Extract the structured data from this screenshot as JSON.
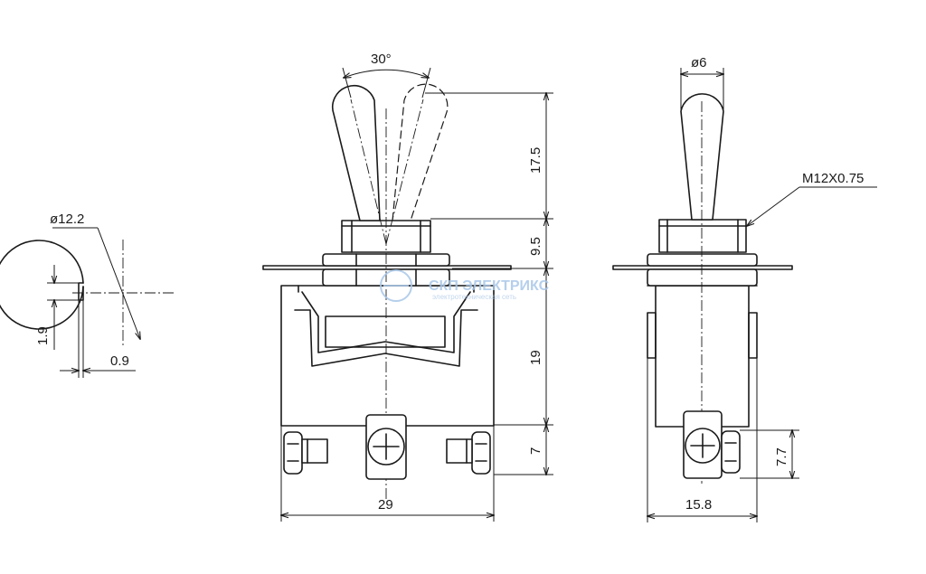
{
  "dimensions": {
    "toggle_angle": "30°",
    "lever_diameter": "ø6",
    "thread": "M12X0.75",
    "lever_height": "17.5",
    "bushing_height": "9.5",
    "body_height": "19",
    "terminal_height": "7",
    "body_width_front": "29",
    "body_width_side": "15.8",
    "terminal_height_side": "7.7",
    "bushing_diameter": "ø12.2",
    "keyway_width": "1.9",
    "keyway_depth": "0.9"
  },
  "watermark": {
    "name": "СКП ЭЛЕКТРИКС",
    "tagline": "электротехническая сеть"
  },
  "colors": {
    "line": "#1a1a1a",
    "watermark": "#a9c7e8"
  }
}
